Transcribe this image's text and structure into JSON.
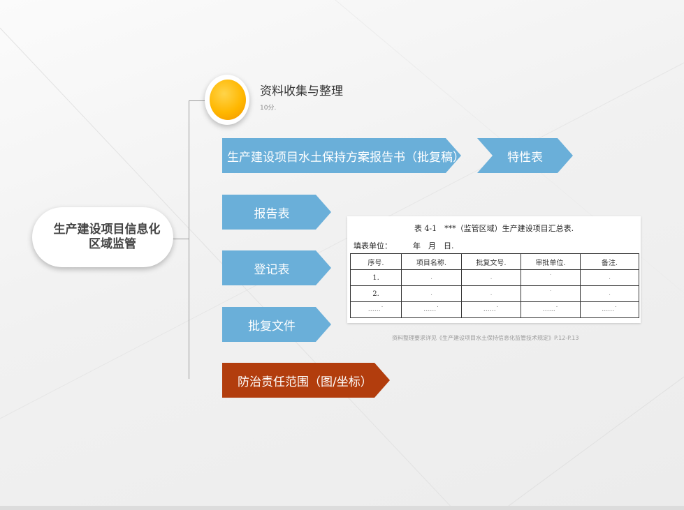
{
  "diagram": {
    "root": {
      "line1": "生产建设项目信息化",
      "line2": "区域监管"
    },
    "header": {
      "title": "资料收集与整理",
      "subtitle": "10分."
    },
    "items": [
      {
        "label": "生产建设项目水土保持方案报告书（批复稿）"
      },
      {
        "label": "特性表"
      },
      {
        "label": "报告表"
      },
      {
        "label": "登记表"
      },
      {
        "label": "批复文件"
      },
      {
        "label": "防治责任范围（图/坐标）"
      }
    ],
    "colors": {
      "blue_arrow": "#6aafd9",
      "red_arrow": "#b23d0d",
      "orb": "#ffb700"
    }
  },
  "table": {
    "title": "表 4-1　***（监管区域）生产建设项目汇总表.",
    "fill_label": "填表单位：",
    "date_label": "年　月　日.",
    "headers": [
      "序号.",
      "项目名称.",
      "批复文号.",
      "审批单位.",
      "备注."
    ],
    "rows": [
      [
        "1.",
        ".",
        ".",
        "˙",
        "."
      ],
      [
        "2.",
        ".",
        ".",
        "˙",
        "."
      ],
      [
        "……˙",
        "……˙",
        "……˙",
        "……˙",
        "……˙"
      ]
    ]
  },
  "caption": "资料整理要求详见《生产建设项目水土保持信息化监管技术规定》P.12-P.13"
}
